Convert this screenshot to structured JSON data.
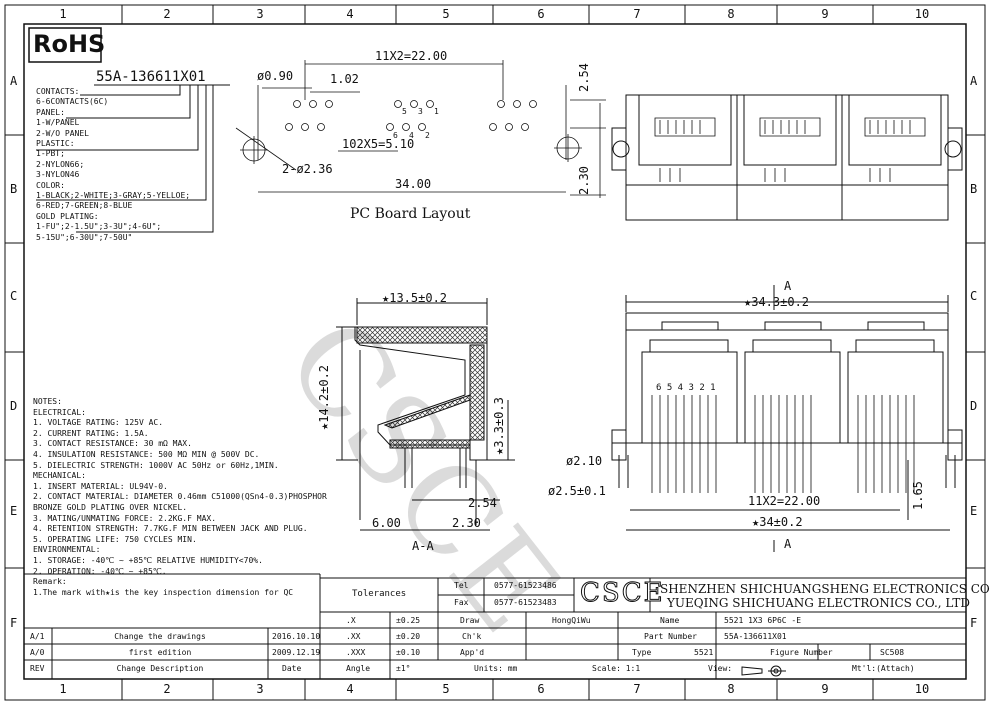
{
  "grid": {
    "columns": [
      "1",
      "2",
      "3",
      "4",
      "5",
      "6",
      "7",
      "8",
      "9",
      "10"
    ],
    "rows": [
      "A",
      "B",
      "C",
      "D",
      "E",
      "F"
    ]
  },
  "rohs": "RoHS",
  "part_code": "55A-136611X01",
  "options": [
    "CONTACTS:",
    "6-6CONTACTS(6C)",
    "PANEL:",
    "1-W/PANEL",
    "2-W/O PANEL",
    "PLASTIC:",
    "1-PBT;",
    "2-NYLON66;",
    "3-NYLON46",
    "COLOR:",
    "1-BLACK;2-WHITE;3-GRAY;5-YELLOE;",
    "6-RED;7-GREEN;8-BLUE",
    "GOLD PLATING:",
    "1-FU\";2-1.5U\";3-3U\";4-6U\";",
    "5-15U\";6-30U\";7-50U\""
  ],
  "pcb": {
    "title": "PC Board Layout",
    "dim_top": "11X2=22.00",
    "dim_hole": "ø0.90",
    "dim_pitch": "1.02",
    "dim_mount": "2-ø2.36",
    "dim_row": "102X5=5.10",
    "dim_width": "34.00",
    "dim_right_top": "2.54",
    "dim_right_bottom": "2.30",
    "pin_labels": [
      "5",
      "3",
      "1",
      "6",
      "4",
      "2"
    ]
  },
  "section": {
    "dim_top": "★13.5±0.2",
    "dim_height": "★14.2±0.2",
    "dim_pin": "★3.3±0.3",
    "dim_254": "2.54",
    "dim_600": "6.00",
    "dim_230": "2.30",
    "label": "A-A"
  },
  "front": {
    "dim_width": "★34.3±0.2",
    "marker": "A",
    "pin_numbers": "6 5 4 3 2 1",
    "dim_post": "ø2.10",
    "dim_peg": "ø2.5±0.1",
    "dim_pins": "11X2=22.00",
    "dim_base": "★34±0.2",
    "dim_right": "1.65"
  },
  "notes": [
    "NOTES:",
    "ELECTRICAL:",
    "1. VOLTAGE RATING: 125V AC.",
    "2. CURRENT RATING: 1.5A.",
    "3. CONTACT RESISTANCE: 30 mΩ MAX.",
    "4. INSULATION RESISTANCE: 500 MΩ MIN @ 500V DC.",
    "5. DIELECTRIC STRENGTH: 1000V AC 50Hz or 60Hz,1MIN.",
    "MECHANICAL:",
    "1. INSERT MATERIAL: UL94V-0.",
    "2. CONTACT MATERIAL: DIAMETER 0.46mm C51000(QSn4-0.3)PHOSPHOR",
    "                BRONZE GOLD PLATING OVER NICKEL.",
    "3. MATING/UNMATING FORCE: 2.2KG.F MAX.",
    "4. RETENTION STRENGTH: 7.7KG.F MIN BETWEEN JACK AND PLUG.",
    "5. OPERATING LIFE: 750 CYCLES MIN.",
    "ENVIRONMENTAL:",
    "1. STORAGE: -40℃ ~ +85℃ RELATIVE HUMIDITY<70%.",
    "2. OPERATION: -40℃ ~ +85℃.",
    "Remark:",
    "1.The mark with★is the key inspection dimension for QC"
  ],
  "watermark": "CSCE",
  "title_block": {
    "tolerances": "Tolerances",
    "tol_rows": [
      {
        "a": ".X",
        "b": "±0.25"
      },
      {
        "a": ".XX",
        "b": "±0.20"
      },
      {
        "a": ".XXX",
        "b": "±0.10"
      },
      {
        "a": "Angle",
        "b": "±1°"
      }
    ],
    "tel_label": "Tel",
    "tel": "0577-61523486",
    "fax_label": "Fax",
    "fax": "0577-61523483",
    "logo": "CSCE",
    "company1": "SHENZHEN SHICHUANGSHENG ELECTRONICS CO.,LTD",
    "company2": "YUEQING SHICHUANG ELECTRONICS CO., LTD",
    "draw_label": "Draw",
    "draw": "HongQiWu",
    "check_label": "Ch'k",
    "app_label": "App'd",
    "units": "Units: mm",
    "name_label": "Name",
    "name": "5521 1X3 6P6C -E",
    "part_label": "Part Number",
    "part": "55A-136611X01",
    "type_label": "Type",
    "type": "5521",
    "figure_label": "Figure Number",
    "figure": "SC508",
    "scale": "Scale: 1:1",
    "view": "View:",
    "mt": "Mt'l:(Attach)",
    "revs": [
      {
        "rev": "A/1",
        "desc": "Change the drawings",
        "date": "2016.10.10"
      },
      {
        "rev": "A/0",
        "desc": "first edition",
        "date": "2009.12.19"
      }
    ],
    "rev_header": {
      "rev": "REV",
      "desc": "Change Description",
      "date": "Date"
    }
  }
}
